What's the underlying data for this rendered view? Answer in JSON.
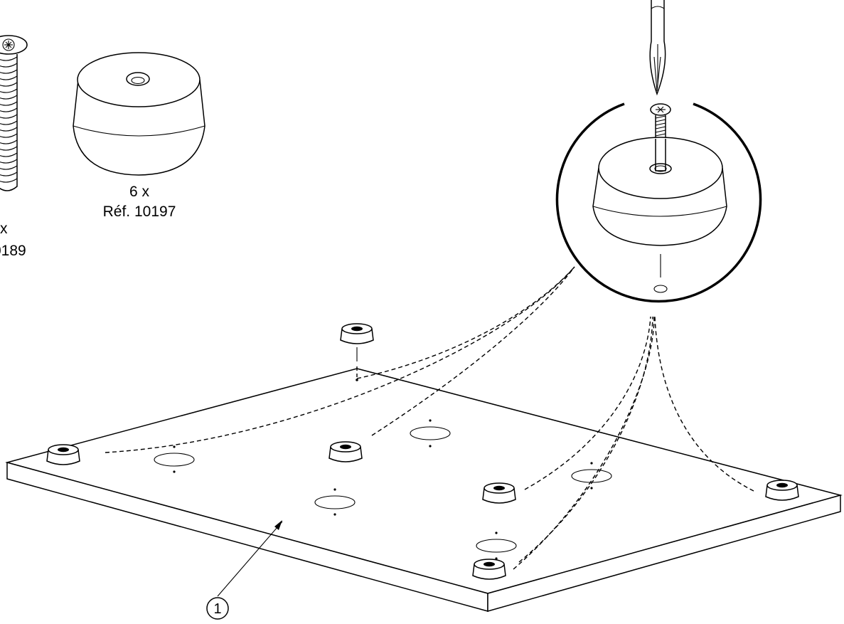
{
  "parts": {
    "screw": {
      "qty_label": "x",
      "ref_label": "0189"
    },
    "foot": {
      "qty_label": "6 x",
      "ref_label": "Réf. 10197"
    }
  },
  "callout": {
    "number": "1"
  }
}
